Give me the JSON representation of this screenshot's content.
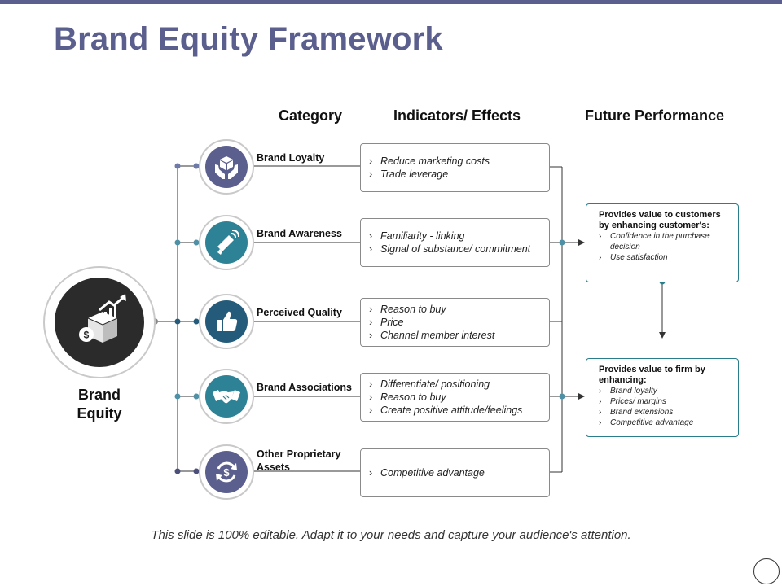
{
  "slide": {
    "title": "Brand Equity Framework",
    "footer": "This slide is 100% editable. Adapt it to your needs and capture your audience's attention."
  },
  "columns": {
    "category": "Category",
    "indicators": "Indicators/ Effects",
    "future": "Future Performance"
  },
  "center": {
    "label_line1": "Brand",
    "label_line2": "Equity",
    "icon": "box-growth-icon"
  },
  "categories": [
    {
      "label": "Brand Loyalty",
      "icon": "hands-cube-icon",
      "color": "#5b5f8d",
      "indicators": [
        "Reduce marketing costs",
        "Trade leverage"
      ]
    },
    {
      "label": "Brand Awareness",
      "icon": "megaphone-icon",
      "color": "#2e8296",
      "indicators": [
        "Familiarity - linking",
        "Signal of substance/ commitment"
      ]
    },
    {
      "label": "Perceived Quality",
      "icon": "thumbs-up-icon",
      "color": "#255b7a",
      "indicators": [
        "Reason to buy",
        "Price",
        "Channel member interest"
      ]
    },
    {
      "label": "Brand Associations",
      "icon": "handshake-icon",
      "color": "#2e8296",
      "indicators": [
        "Differentiate/ positioning",
        "Reason to buy",
        "Create positive attitude/feelings"
      ]
    },
    {
      "label": "Other Proprietary Assets",
      "icon": "dollar-cycle-icon",
      "color": "#5b5f8d",
      "indicators": [
        "Competitive advantage"
      ]
    }
  ],
  "future": [
    {
      "heading": "Provides value to customers by enhancing customer's:",
      "items": [
        "Confidence in the purchase decision",
        "Use satisfaction"
      ]
    },
    {
      "heading": "Provides value to firm by enhancing:",
      "items": [
        "Brand loyalty",
        "Prices/ margins",
        "Brand extensions",
        "Competitive advantage"
      ]
    }
  ],
  "colors": {
    "title": "#5b5f8d",
    "center_disc": "#2b2b2b",
    "future_border": "#2a7e8c",
    "connector_dot": "#5b7fa0"
  }
}
